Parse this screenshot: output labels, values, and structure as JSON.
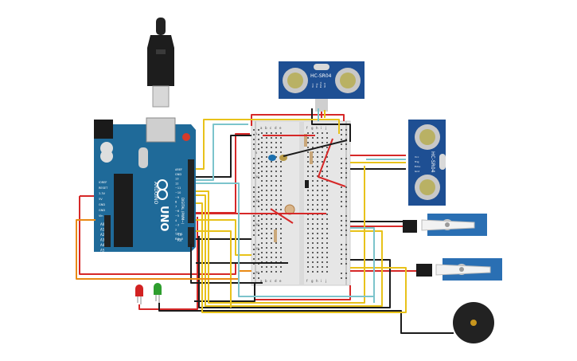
{
  "arduino": {
    "brand": "ARDUINO",
    "model": "UNO",
    "digital_label": "DIGITAL (PWM~)",
    "tx_label": "TX",
    "rx_label": "RX",
    "power_pins": [
      "IOREF",
      "RESET",
      "3.3V",
      "5V",
      "GND",
      "GND",
      "Vin"
    ],
    "analog_pins": [
      "A0",
      "A1",
      "A2",
      "A3",
      "A4",
      "A5"
    ],
    "digital_pins": [
      "AREF",
      "GND",
      "13",
      "12",
      "~11",
      "~10",
      "~9",
      "8",
      "7",
      "~6",
      "~5",
      "4",
      "~3",
      "2",
      "TX→1",
      "RX←0"
    ],
    "board_color": "#1f6a99",
    "chip_color": "#1c1c1c"
  },
  "sensors": [
    {
      "label": "HC-SR04",
      "pins": [
        "Vcc",
        "Trig",
        "Echo",
        "Gnd"
      ]
    },
    {
      "label": "HC-SR04",
      "pins": [
        "Vcc",
        "Trig",
        "Echo",
        "Gnd"
      ]
    }
  ],
  "breadboard": {
    "columns": [
      "a",
      "b",
      "c",
      "d",
      "e",
      "f",
      "g",
      "h",
      "i",
      "j"
    ],
    "row_numbers_left": [
      "1",
      "5",
      "10",
      "15",
      "20",
      "25",
      "30"
    ],
    "body_color": "#e6e6e6"
  },
  "components": {
    "leds": [
      {
        "color": "red",
        "hex": "#d22222"
      },
      {
        "color": "green",
        "hex": "#2e9e2e"
      }
    ],
    "led_on_breadboard": {
      "color": "#1b6fae"
    },
    "servo_count": 2,
    "servo_color": "#2a6fb3",
    "buzzer_color": "#222222",
    "buzzer_center_color": "#c8961e"
  },
  "wire_colors": {
    "red": "#d62828",
    "black": "#1b1b1b",
    "yellow": "#e8c21a",
    "orange": "#e98a15",
    "cyan": "#7cc4cc",
    "gray": "#7a7a7a"
  }
}
